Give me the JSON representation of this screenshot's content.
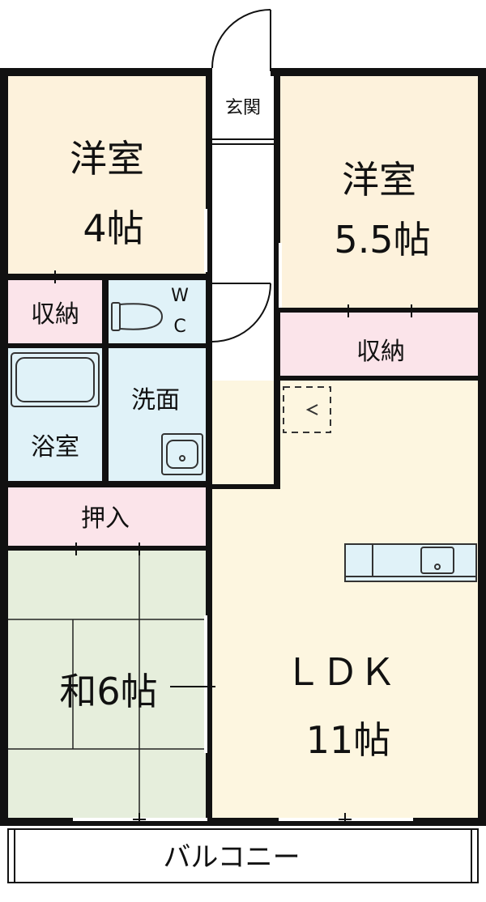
{
  "rooms": {
    "west_bedroom": {
      "name": "洋室",
      "size": "4帖"
    },
    "east_bedroom": {
      "name": "洋室",
      "size": "5.5帖"
    },
    "entrance": "玄関",
    "storage_left": "収納",
    "storage_right": "収納",
    "toilet_w": "W",
    "toilet_c": "C",
    "bath": "浴室",
    "washroom": "洗面",
    "closet": "押入",
    "tatami": "和6帖",
    "ldk_name": "ＬＤＫ",
    "ldk_size": "11帖",
    "balcony": "バルコニー"
  },
  "colors": {
    "wall": "#111111",
    "bedroom_fill": "#fdf2dc",
    "ldk_fill": "#fdf6e0",
    "storage_fill": "#fbe4ea",
    "wet_fill": "#e0f2f8",
    "tatami_fill": "#e6eedc",
    "corridor_fill": "#ffffff"
  }
}
